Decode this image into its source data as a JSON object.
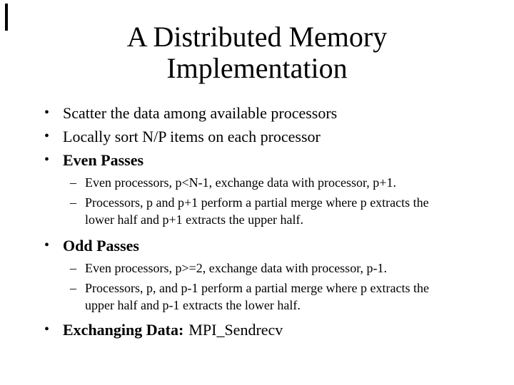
{
  "slide": {
    "background_color": "#ffffff",
    "text_color": "#000000",
    "markers": {
      "bullet": "•",
      "dash": "–"
    },
    "title": "A Distributed Memory\nImplementation",
    "items": [
      {
        "level": 1,
        "style": "regular",
        "text": "Scatter the data among available processors"
      },
      {
        "level": 1,
        "style": "regular",
        "text": "Locally sort N/P items on each processor"
      },
      {
        "level": 1,
        "style": "bold",
        "text": "Even Passes"
      },
      {
        "level": 2,
        "style": "regular",
        "text": "Even processors, p<N-1, exchange data with processor, p+1."
      },
      {
        "level": 2,
        "style": "regular",
        "text": "Processors, p and p+1 perform a partial merge where p extracts the\nlower half and p+1 extracts the upper half."
      },
      {
        "level": 1,
        "style": "bold",
        "text": "Odd Passes"
      },
      {
        "level": 2,
        "style": "regular",
        "text": "Even processors, p>=2, exchange data with processor, p-1."
      },
      {
        "level": 2,
        "style": "regular",
        "text": "Processors, p, and p-1 perform a partial merge where p extracts the\nupper half and p-1 extracts the lower half."
      },
      {
        "level": 1,
        "style": "mixed",
        "text_bold": "Exchanging Data:",
        "text_regular": "MPI_Sendrecv"
      }
    ]
  }
}
